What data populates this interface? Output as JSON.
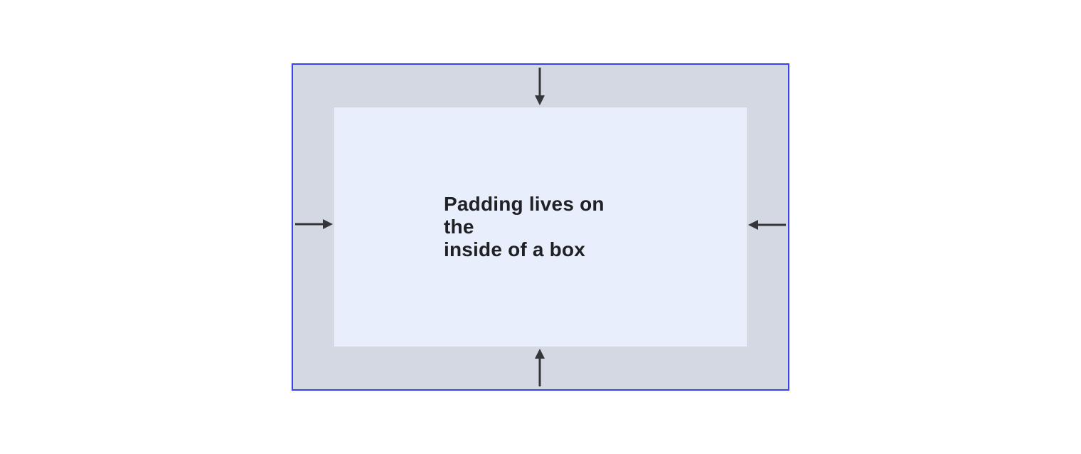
{
  "diagram": {
    "label_full": "Padding lives on the inside of a box",
    "label_line1": "Padding lives on the",
    "label_line2": "inside of a box",
    "arrows": [
      {
        "side": "top",
        "direction": "down",
        "icon": "arrow-down-icon"
      },
      {
        "side": "bottom",
        "direction": "up",
        "icon": "arrow-up-icon"
      },
      {
        "side": "left",
        "direction": "right",
        "icon": "arrow-right-icon"
      },
      {
        "side": "right",
        "direction": "left",
        "icon": "arrow-left-icon"
      }
    ]
  },
  "colors": {
    "border-blue": "#3843ec",
    "padding-area-bg": "#d3d8e2",
    "content-area-bg": "#e8eefb",
    "arrow-color": "#35363a",
    "text-color": "#202124",
    "page-bg": "#ffffff"
  }
}
